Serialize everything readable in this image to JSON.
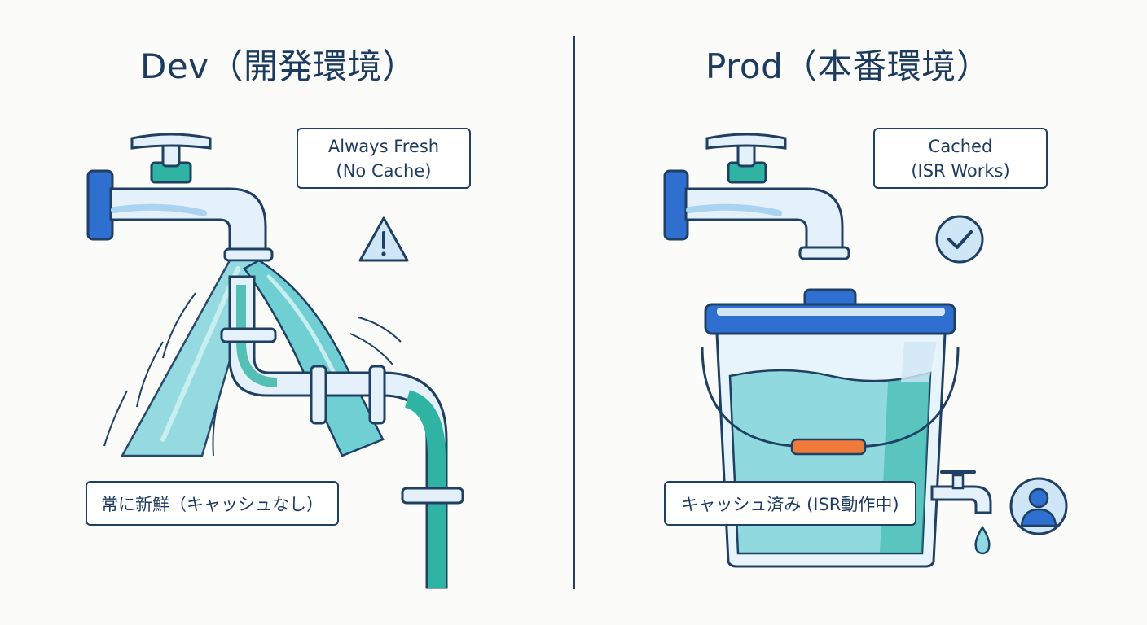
{
  "dev": {
    "title": "Dev（開発環境）",
    "status_line1": "Always Fresh",
    "status_line2": "(No Cache)",
    "caption": "常に新鮮（キャッシュなし）",
    "status_icon": "warning-icon"
  },
  "prod": {
    "title": "Prod（本番環境）",
    "status_line1": "Cached",
    "status_line2": "(ISR Works)",
    "caption": "キャッシュ済み (ISR動作中)",
    "status_icon": "check-circle-icon",
    "user_icon": "user-avatar-icon"
  },
  "colors": {
    "navy": "#1f3f63",
    "blue": "#2f6fd0",
    "teal": "#2fb3a2",
    "light_blue": "#cfe6f6",
    "water": "#8fd9df",
    "orange": "#f07a3a"
  }
}
